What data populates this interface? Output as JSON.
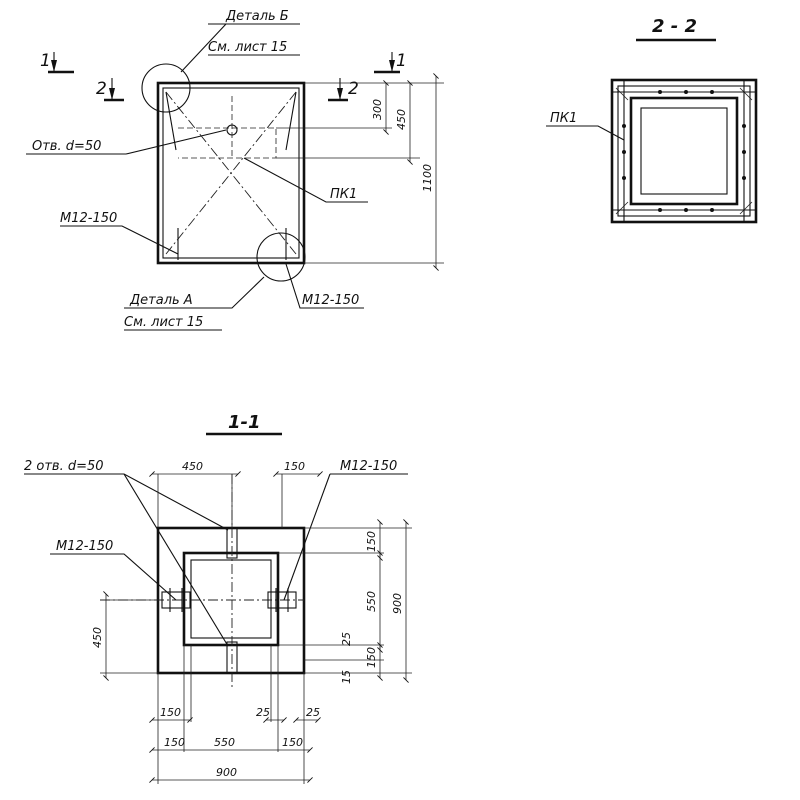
{
  "view_top": {
    "section_mark_1": "1",
    "section_mark_2": "2",
    "detail_b_title": "Деталь Б",
    "detail_b_ref": "См. лист 15",
    "detail_a_title": "Деталь А",
    "detail_a_ref": "См. лист 15",
    "hole_label": "Отв. d=50",
    "frame_label": "ПК1",
    "bolt_label_left": "М12-150",
    "bolt_label_right": "М12-150",
    "dim_300": "300",
    "dim_450": "450",
    "dim_1100": "1100"
  },
  "view_section_2": {
    "title": "2 - 2",
    "frame_label": "ПК1"
  },
  "view_section_1": {
    "title": "1-1",
    "holes_label": "2 отв. d=50",
    "bolt_label_top": "М12-150",
    "bolt_label_left": "М12-150",
    "dim_top_450": "450",
    "dim_top_150": "150",
    "dim_r_150": "150",
    "dim_r_550": "550",
    "dim_r_900": "900",
    "dim_r_25": "25",
    "dim_r_150b": "150",
    "dim_r_15": "15",
    "dim_left_450": "450",
    "dim_b_150": "150",
    "dim_b_25a": "25",
    "dim_b_25b": "25",
    "dim_b_150l": "150",
    "dim_b_550": "550",
    "dim_b_150r": "150",
    "dim_b_900": "900"
  }
}
